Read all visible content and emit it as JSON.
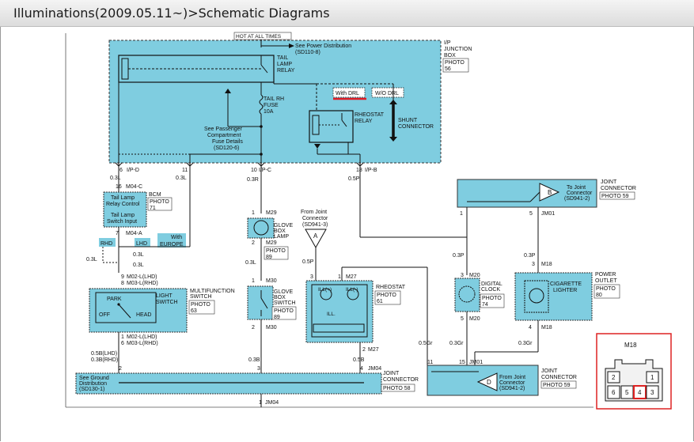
{
  "window": {
    "title": "Illuminations(2009.05.11~)>Schematic Diagrams"
  },
  "diagram": {
    "hot_label": "HOT AT ALL TIMES",
    "ij_box": {
      "title_lines": [
        "I/P",
        "JUNCTION",
        "BOX"
      ],
      "photo_lines": [
        "PHOTO",
        "56"
      ]
    },
    "see_power": [
      "See Power Distribution",
      "(SD110-8)"
    ],
    "tail_relay": [
      "TAIL",
      "LAMP",
      "RELAY"
    ],
    "fuse": [
      "TAIL RH",
      "FUSE",
      "10A"
    ],
    "see_passenger": [
      "See Passenger",
      "Compartment",
      "Fuse Details",
      "(SD120-6)"
    ],
    "with_drl": "With DRL",
    "wo_drl": "W/O DRL",
    "rheostat_relay": [
      "RHEOSTAT",
      "RELAY"
    ],
    "shunt": [
      "SHUNT",
      "CONNECTOR"
    ],
    "pins_top": [
      "6",
      "I/P-D",
      "11",
      "10",
      "I/P-C",
      "18",
      "I/P-B"
    ],
    "wires": [
      "0.3L",
      "0.3L",
      "0.3R",
      "0.5P",
      "0.3P",
      "0.3P",
      "0.3L",
      "0.3L",
      "0.3L",
      "0.3L",
      "0.3L",
      "0.5P",
      "0.5Gr",
      "0.3Gr",
      "0.3Gr",
      "0.3B",
      "0.5B"
    ],
    "bcm": {
      "pins": [
        "16",
        "M04-C"
      ],
      "label": "BCM",
      "photo": [
        "PHOTO",
        "71"
      ],
      "box": [
        "Tail Lamp",
        "Relay Control",
        "Tail Lamp",
        "Switch Input"
      ],
      "pin_bottom": [
        "7",
        "M04-A"
      ]
    },
    "tags": [
      "RHD",
      "LHD",
      "With",
      "EUROPE"
    ],
    "multi": {
      "pins_top": [
        "9",
        "M02-L(LHD)",
        "8",
        "M03-L(RHD)"
      ],
      "label": [
        "MULTIFUNCTION",
        "SWITCH"
      ],
      "sub": [
        "LIGHT",
        "SWITCH"
      ],
      "photo": [
        "PHOTO",
        "63"
      ],
      "inner": [
        "PARK",
        "OFF",
        "HEAD"
      ],
      "pins_bottom": [
        "1",
        "M02-L(LHD)",
        "6",
        "M03-L(RHD)"
      ],
      "wire_bottom": [
        "0.5B(LHD)",
        "0.3B(RHD)"
      ]
    },
    "glove_lamp": {
      "pins": [
        "1",
        "M29",
        "2",
        "M29"
      ],
      "label": [
        "GLOVE",
        "BOX",
        "LAMP"
      ],
      "photo": [
        "PHOTO",
        "89"
      ]
    },
    "glove_switch": {
      "pins": [
        "1",
        "M30",
        "2",
        "M30"
      ],
      "label": [
        "GLOVE",
        "BOX",
        "SWITCH"
      ],
      "photo": [
        "PHOTO",
        "89"
      ]
    },
    "from_joint": {
      "label": [
        "From Joint",
        "Connector",
        "(SD941-3)"
      ],
      "letter": "A"
    },
    "rheostat": {
      "pins": [
        "3",
        "1",
        "M27",
        "2",
        "M27"
      ],
      "label": "RHEOSTAT",
      "photo": [
        "PHOTO",
        "61"
      ],
      "inner": [
        "ILL(+)",
        "ILL(-)",
        "ILL."
      ]
    },
    "jc_top": {
      "label": [
        "JOINT",
        "CONNECTOR"
      ],
      "inner": [
        "To Joint",
        "Connector",
        "(SD941-2)"
      ],
      "letter": "B",
      "photo": "PHOTO 59",
      "pins": [
        "1",
        "5",
        "JM01"
      ]
    },
    "clock": {
      "pins": [
        "3",
        "M20",
        "5",
        "M20"
      ],
      "label": [
        "DIGITAL",
        "CLOCK"
      ],
      "photo": [
        "PHOTO",
        "74"
      ]
    },
    "outlet": {
      "pins": [
        "3",
        "M18",
        "4",
        "M18"
      ],
      "label": [
        "POWER",
        "OUTLET"
      ],
      "inner": [
        "CIGARETTE",
        "LIGHTER"
      ],
      "photo": [
        "PHOTO",
        "80"
      ]
    },
    "jc_bottom": {
      "label": [
        "JOINT",
        "CONNECTOR"
      ],
      "inner": [
        "From Joint",
        "Connector",
        "(SD941-2)"
      ],
      "letter": "D",
      "photo": "PHOTO 59",
      "pins": [
        "11",
        "15",
        "JM01"
      ]
    },
    "ground": {
      "label": [
        "See Ground",
        "Distribution",
        "(SD130-1)"
      ],
      "pins": [
        "2",
        "3",
        "4",
        "JM04"
      ],
      "jc": [
        "JOINT",
        "CONNECTOR"
      ],
      "photo": "PHOTO 58",
      "pin_bottom": [
        "1",
        "JM04"
      ]
    },
    "m18": {
      "title": "M18",
      "pins": [
        "2",
        "1",
        "6",
        "5",
        "4",
        "3"
      ]
    }
  }
}
